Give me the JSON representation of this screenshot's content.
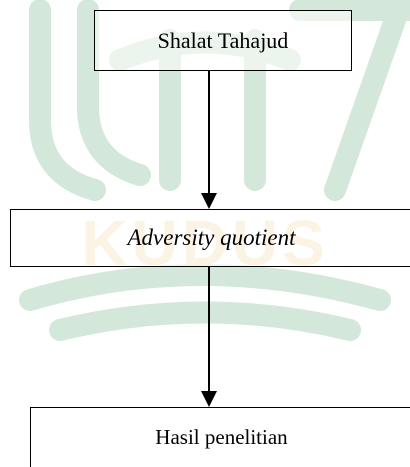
{
  "diagram": {
    "nodes": [
      {
        "id": "shalat-tahajud",
        "label": "Shalat Tahajud",
        "style": "normal"
      },
      {
        "id": "adversity-quotient",
        "label": "Adversity quotient",
        "style": "italic"
      },
      {
        "id": "hasil-penelitian",
        "label": "Hasil penelitian",
        "style": "normal"
      }
    ],
    "edges": [
      {
        "from": "shalat-tahajud",
        "to": "adversity-quotient"
      },
      {
        "from": "adversity-quotient",
        "to": "hasil-penelitian"
      }
    ]
  },
  "watermark": {
    "text": "KUDUS",
    "colors": {
      "green": "#cfe6d6",
      "gold": "#f6e7c4"
    }
  },
  "colors": {
    "line": "#000000",
    "text": "#000000"
  }
}
